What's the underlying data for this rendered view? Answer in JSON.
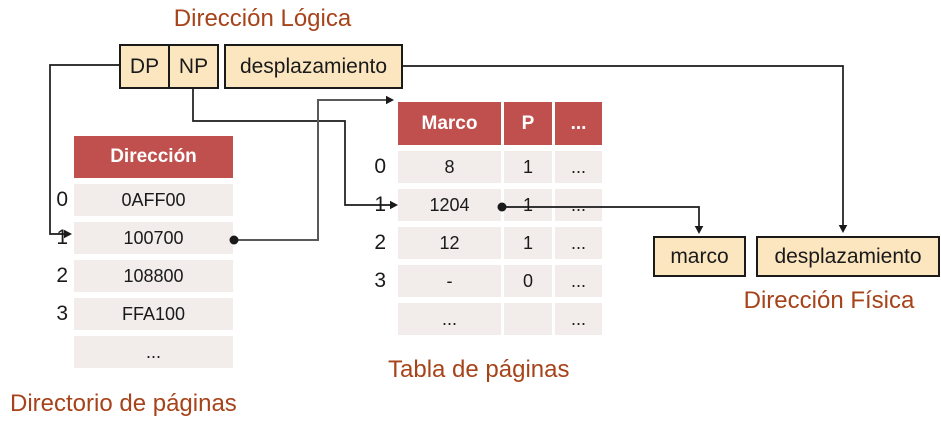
{
  "colors": {
    "table_header_bg": "#C0504D",
    "table_row_bg": "#F2ECEB",
    "field_box_bg": "#FCE6C0",
    "caption_text": "#A6431A",
    "wire_black": "#1a1a1a",
    "wire_gray": "#595959"
  },
  "logical_address": {
    "title": "Dirección Lógica",
    "dp_label": "DP",
    "np_label": "NP",
    "offset_label": "desplazamiento"
  },
  "page_directory": {
    "caption": "Directorio de páginas",
    "header": "Dirección",
    "row_labels": [
      "0",
      "1",
      "2",
      "3"
    ],
    "rows": [
      "0AFF00",
      "100700",
      "108800",
      "FFA100",
      "..."
    ]
  },
  "page_table": {
    "caption": "Tabla de páginas",
    "headers": [
      "Marco",
      "P",
      "..."
    ],
    "row_labels": [
      "0",
      "1",
      "2",
      "3"
    ],
    "rows": [
      [
        "8",
        "1",
        "..."
      ],
      [
        "1204",
        "1",
        "..."
      ],
      [
        "12",
        "1",
        "..."
      ],
      [
        "-",
        "0",
        "..."
      ],
      [
        "...",
        "",
        "..."
      ]
    ]
  },
  "physical_address": {
    "title": "Dirección Física",
    "frame_label": "marco",
    "offset_label": "desplazamiento"
  }
}
